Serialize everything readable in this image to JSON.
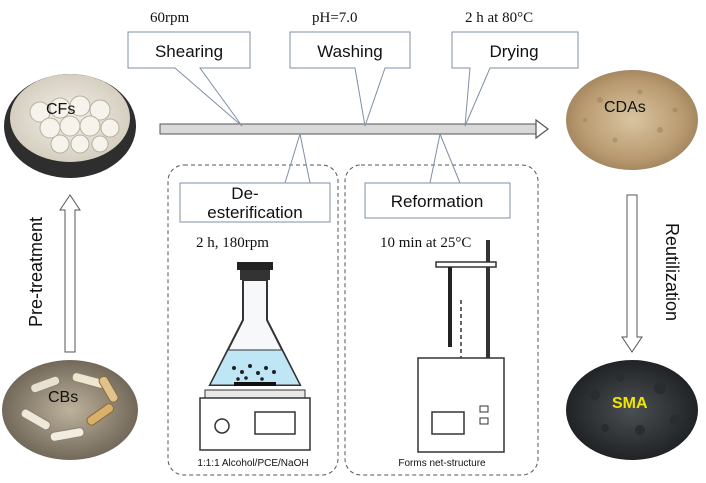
{
  "steps": {
    "shearing": {
      "label": "Shearing",
      "param": "60rpm"
    },
    "washing": {
      "label": "Washing",
      "param": "pH=7.0"
    },
    "drying": {
      "label": "Drying",
      "param": "2 h at 80°C"
    },
    "deesterification": {
      "label_line1": "De-",
      "label_line2": "esterification",
      "param": "2 h, 180rpm",
      "caption": "1:1:1 Alcohol/PCE/NaOH"
    },
    "reformation": {
      "label": "Reformation",
      "param": "10 min at 25°C",
      "caption": "Forms net-structure"
    }
  },
  "materials": {
    "cfs": "CFs",
    "cdas": "CDAs",
    "cbs": "CBs",
    "sma": "SMA"
  },
  "arrows": {
    "pretreatment": "Pre-treatment",
    "reutilization": "Reutilization"
  },
  "colors": {
    "arrow_gray": "#d9d9d9",
    "box_border": "#7f8fa6",
    "sma_label": "#f2e600",
    "liquid": "#bfe6f5"
  }
}
